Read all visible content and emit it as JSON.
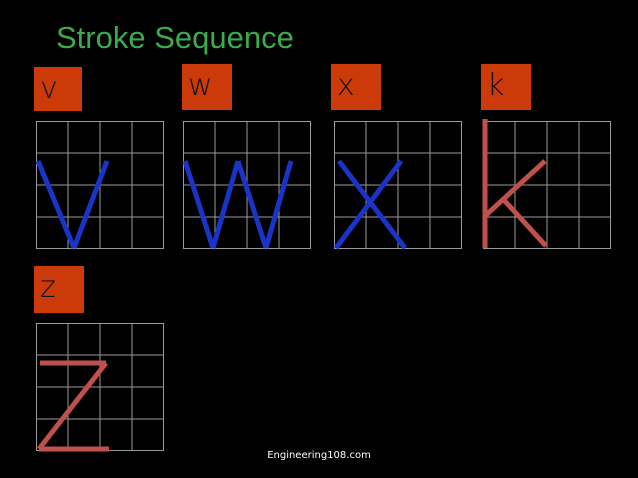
{
  "title": "Stroke Sequence",
  "footer": "Engineering108.com",
  "colors": {
    "title": "#3cab4b",
    "label_bg": "#cc3a0a",
    "grid": "#9a9a9a",
    "blue_stroke": "#1a34c8",
    "red_stroke": "#c0504d"
  },
  "letters": [
    {
      "label": "v",
      "stroke_color": "blue"
    },
    {
      "label": "w",
      "stroke_color": "blue"
    },
    {
      "label": "x",
      "stroke_color": "blue"
    },
    {
      "label": "k",
      "stroke_color": "red"
    },
    {
      "label": "z",
      "stroke_color": "red"
    }
  ]
}
